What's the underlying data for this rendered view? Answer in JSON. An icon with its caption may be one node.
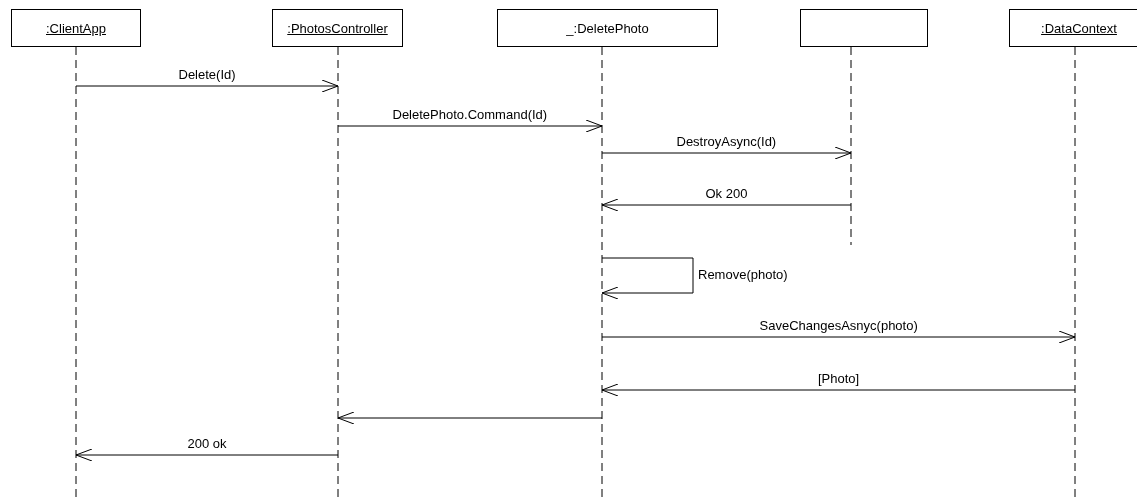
{
  "diagram": {
    "nodes": [
      {
        "text": [
          ":ClientApp"
        ]
      },
      {
        "text": [
          ":PhotosController"
        ]
      },
      {
        "text": [
          "_:DeletePhoto"
        ]
      },
      {
        "text": [],
        "shape": "box"
      },
      {
        "text": [
          ":DataContext"
        ]
      }
    ],
    "edges": [
      {
        "from": 0,
        "to": 1,
        "arrow": "to",
        "label": "Delete(Id)"
      },
      {
        "from": 1,
        "to": 2,
        "arrow": "to",
        "label": "DeletePhoto.Command(Id)"
      },
      {
        "from": 2,
        "to": 3,
        "arrow": "to",
        "label": "DestroyAsync(Id)"
      },
      {
        "from": 3,
        "to": 2,
        "arrow": "to",
        "label": "Ok 200"
      },
      {
        "from": 2,
        "to": 2,
        "arrow": "to",
        "label": "Remove(photo)"
      },
      {
        "from": 2,
        "to": 4,
        "arrow": "to",
        "label": "SaveChangesAsnyc(photo)"
      },
      {
        "from": 4,
        "to": 2,
        "arrow": "to",
        "label": "[Photo]"
      },
      {
        "from": 2,
        "to": 1,
        "arrow": "to"
      },
      {
        "from": 1,
        "to": 0,
        "arrow": "to",
        "label": "200 ok"
      }
    ]
  }
}
